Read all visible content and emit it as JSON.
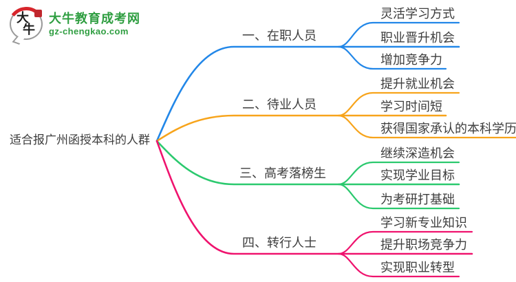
{
  "logo": {
    "icon_char_top": "大",
    "icon_char_bottom": "牛",
    "title": "大牛教育成考网",
    "domain": "gz-chengkao.com"
  },
  "colors": {
    "branch_blue": "#2287e8",
    "branch_orange": "#f7a41b",
    "branch_green": "#2bc96e",
    "branch_pink": "#ef136e",
    "node_text": "#3d3d3d",
    "logo_green": "#2f9e41",
    "logo_red": "#d7262c"
  },
  "mindmap": {
    "root": {
      "label": "适合报广州函授本科的人群"
    },
    "branches": [
      {
        "label": "一、在职人员",
        "color": "#2287e8",
        "children": [
          "灵活学习方式",
          "职业晋升机会",
          "增加竞争力"
        ]
      },
      {
        "label": "二、待业人员",
        "color": "#f7a41b",
        "children": [
          "提升就业机会",
          "学习时间短",
          "获得国家承认的本科学历"
        ]
      },
      {
        "label": "三、高考落榜生",
        "color": "#2bc96e",
        "children": [
          "继续深造机会",
          "实现学业目标",
          "为考研打基础"
        ]
      },
      {
        "label": "四、转行人士",
        "color": "#ef136e",
        "children": [
          "学习新专业知识",
          "提升职场竞争力",
          "实现职业转型"
        ]
      }
    ]
  }
}
